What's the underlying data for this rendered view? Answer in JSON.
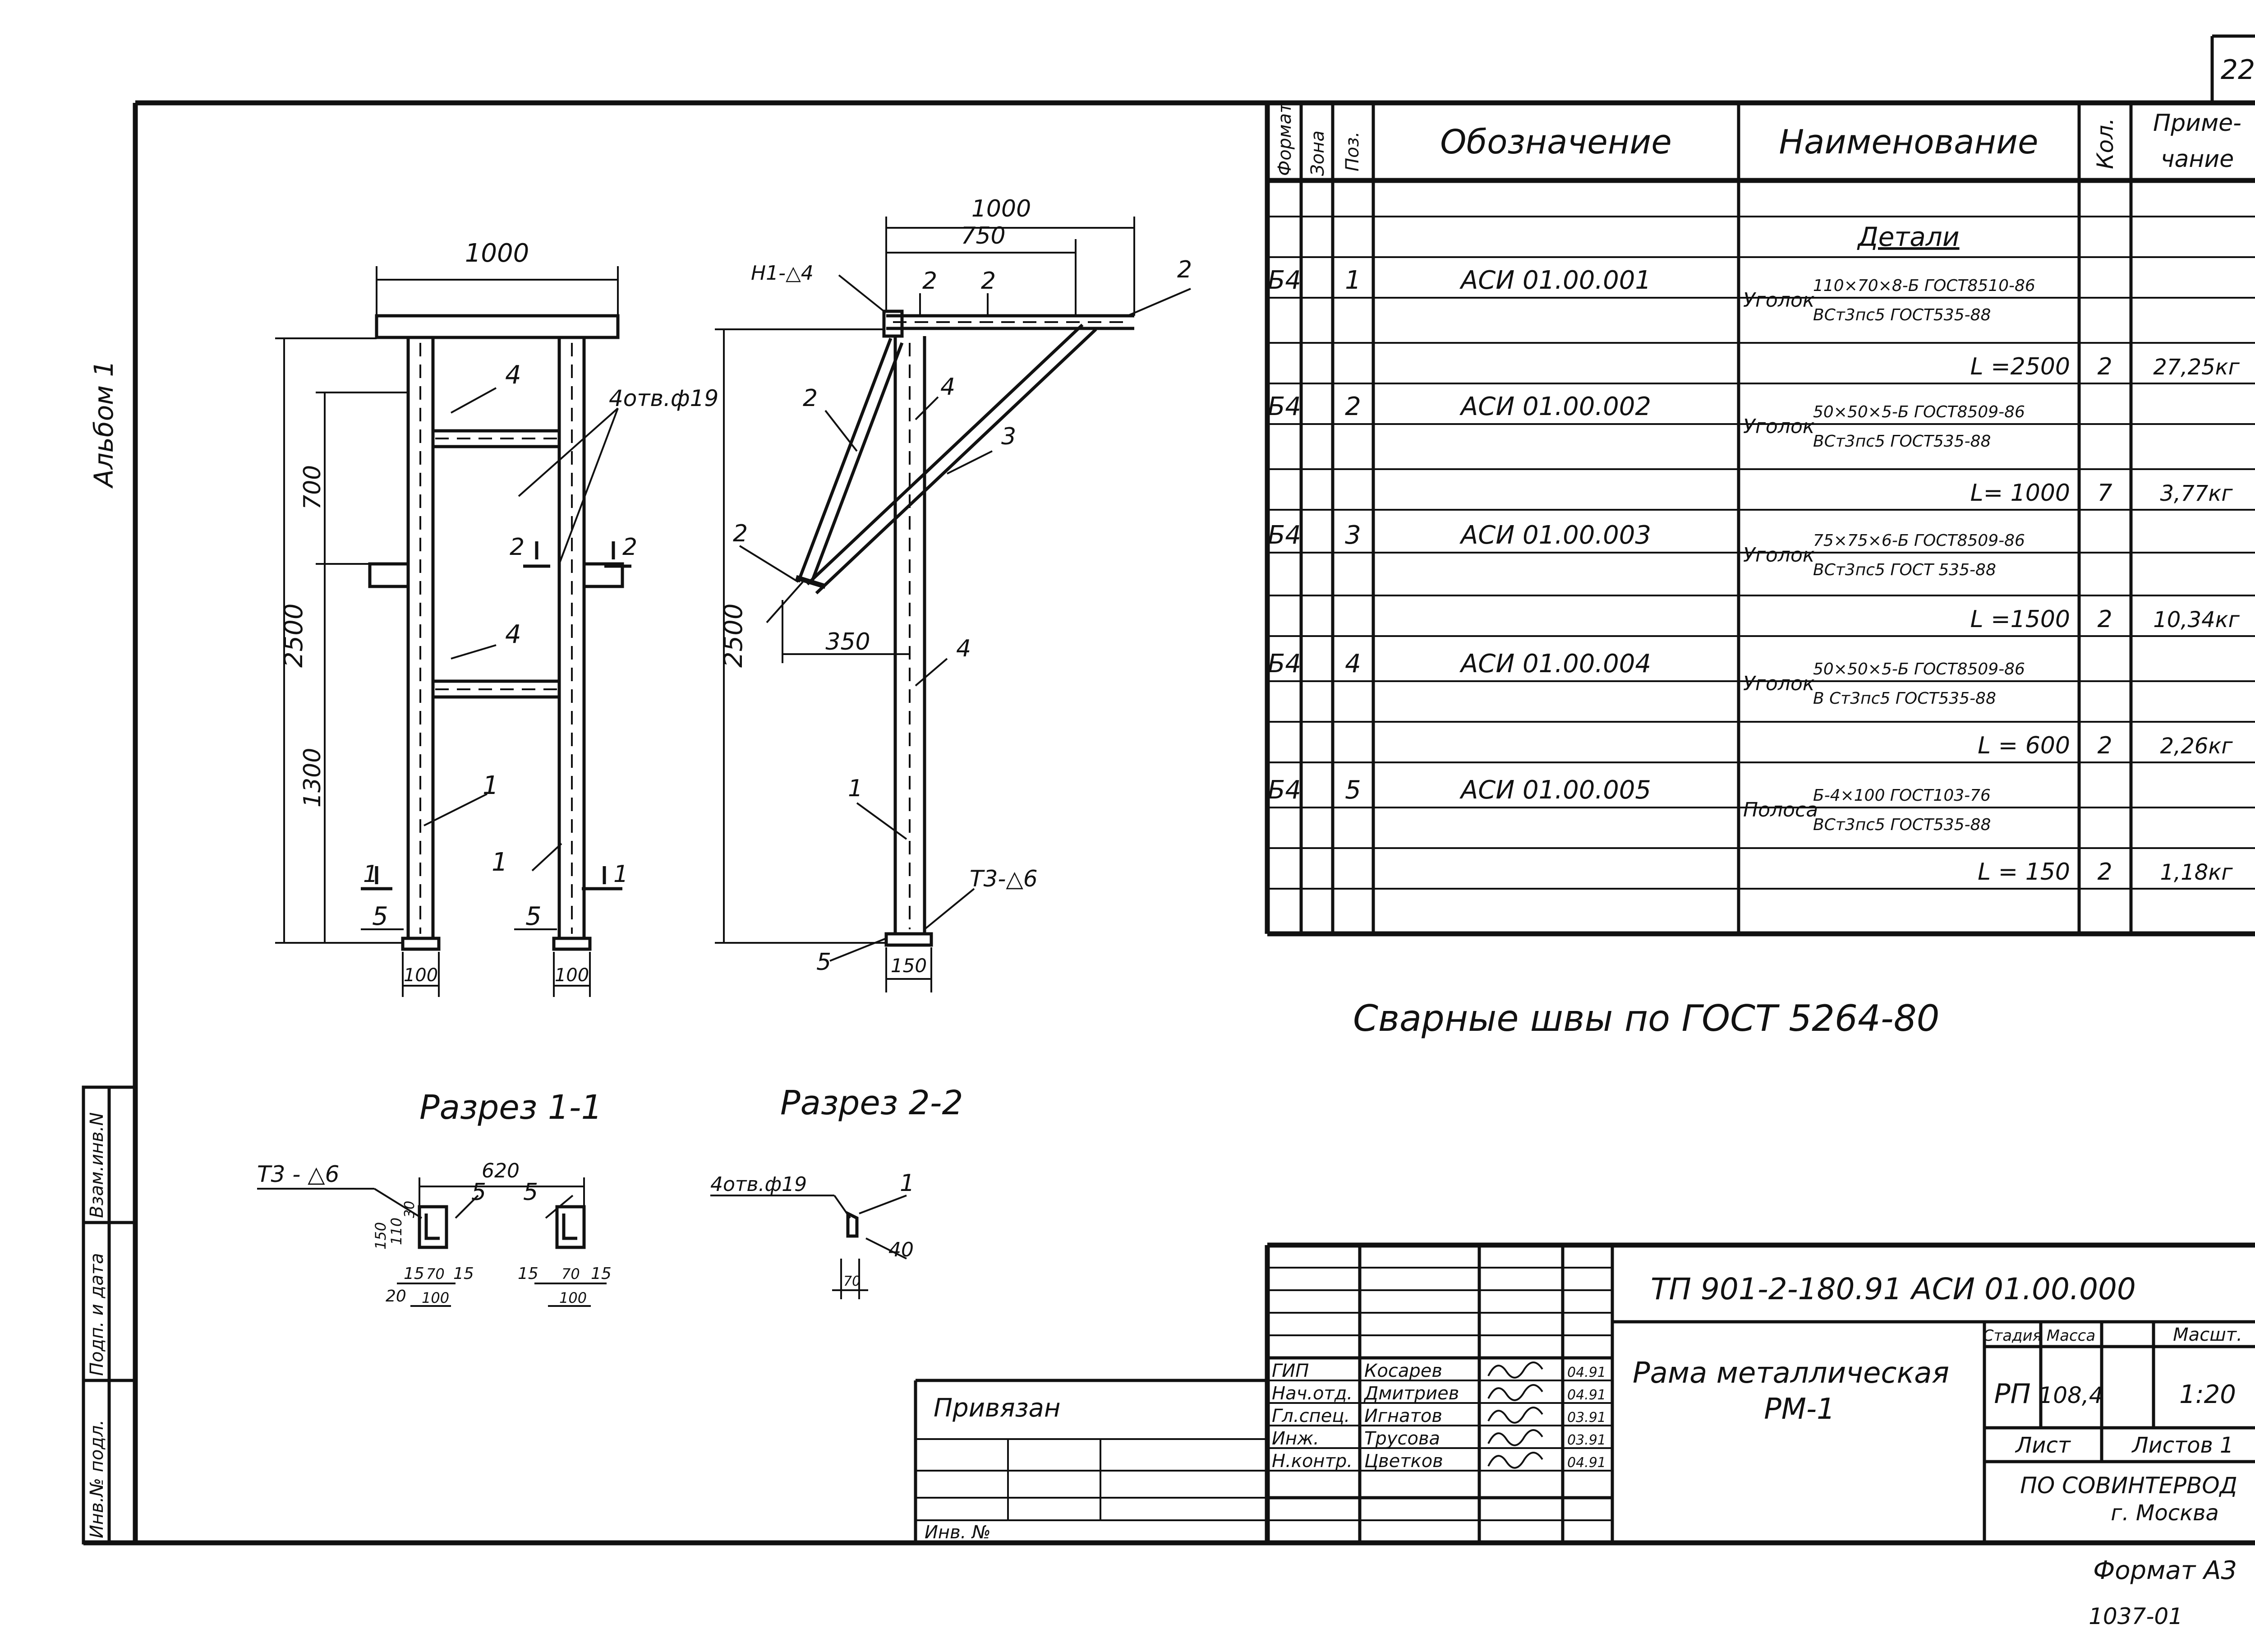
{
  "sheet_number": "22",
  "album": "Альбом 1",
  "side_stamp": [
    "Инв.№ подл.",
    "Подп. и дата",
    "Взам.инв.N"
  ],
  "spec_table": {
    "headers": {
      "format": "Формат",
      "zone": "Зона",
      "pos": "Поз.",
      "designation": "Обозначение",
      "name": "Наименование",
      "qty": "Кол.",
      "note_1": "Приме-",
      "note_2": "чание"
    },
    "section_title": "Детали",
    "rows": [
      {
        "format": "Б4",
        "pos": "1",
        "designation": "АСИ 01.00.001",
        "type": "Уголок",
        "spec_top": "110×70×8-Б ГОСТ8510-86",
        "spec_bottom": "ВСт3пс5 ГОСТ535-88",
        "length": "L =2500",
        "qty": "2",
        "mass": "27,25кг"
      },
      {
        "format": "Б4",
        "pos": "2",
        "designation": "АСИ 01.00.002",
        "type": "Уголок",
        "spec_top": "50×50×5-Б ГОСТ8509-86",
        "spec_bottom": "ВСт3пс5 ГОСТ535-88",
        "length": "L= 1000",
        "qty": "7",
        "mass": "3,77кг"
      },
      {
        "format": "Б4",
        "pos": "3",
        "designation": "АСИ 01.00.003",
        "type": "Уголок",
        "spec_top": "75×75×6-Б ГОСТ8509-86",
        "spec_bottom": "ВСт3пс5 ГОСТ 535-88",
        "length": "L =1500",
        "qty": "2",
        "mass": "10,34кг"
      },
      {
        "format": "Б4",
        "pos": "4",
        "designation": "АСИ 01.00.004",
        "type": "Уголок",
        "spec_top": "50×50×5-Б ГОСТ8509-86",
        "spec_bottom": "В Ст3пс5 ГОСТ535-88",
        "length": "L = 600",
        "qty": "2",
        "mass": "2,26кг"
      },
      {
        "format": "Б4",
        "pos": "5",
        "designation": "АСИ 01.00.005",
        "type": "Полоса",
        "spec_top": "Б-4×100 ГОСТ103-76",
        "spec_bottom": "ВСт3пс5 ГОСТ535-88",
        "length": "L = 150",
        "qty": "2",
        "mass": "1,18кг"
      }
    ]
  },
  "weld_note": "Сварные швы по ГОСТ 5264-80",
  "front_view": {
    "dim_width": "1000",
    "dim_height": "2500",
    "dim_upper": "700",
    "dim_lower": "1300",
    "holes": "4отв.ф19",
    "base_width": "100",
    "pos_labels": [
      "4",
      "4",
      "1",
      "1",
      "5",
      "5"
    ],
    "section_mark_2": "2",
    "section_mark_1": "1"
  },
  "side_view": {
    "dim_total": "1000",
    "dim_top": "750",
    "dim_offset": "350",
    "dim_height": "2500",
    "weld_top": "Н1-△4",
    "weld_bottom": "Т3-△6",
    "base_width": "150",
    "pos_labels": [
      "2",
      "2",
      "2",
      "2",
      "2",
      "4",
      "4",
      "3",
      "1",
      "5"
    ]
  },
  "section_1": {
    "title": "Разрез 1-1",
    "weld": "Т3 - △6",
    "dim_span": "620",
    "dims_left": [
      "20",
      "15",
      "70",
      "15",
      "100",
      "110",
      "150",
      "30"
    ],
    "dims_right": [
      "15",
      "70",
      "15",
      "100"
    ],
    "pos_labels": [
      "5",
      "5"
    ]
  },
  "section_2": {
    "title": "Разрез 2-2",
    "holes": "4отв.ф19",
    "dims": [
      "40",
      "70"
    ],
    "pos_label": "1"
  },
  "title_block": {
    "doc_code": "ТП 901-2-180.91 АСИ 01.00.000",
    "title_1": "Рама металлическая",
    "title_2": "РМ-1",
    "stage_label": "Стадия",
    "mass_label": "Масса",
    "scale_label": "Масшт.",
    "stage": "РП",
    "mass": "108,4",
    "scale": "1:20",
    "sheet_label": "Лист",
    "sheets_label": "Листов 1",
    "org_1": "ПО СОВИНТЕРВОД",
    "org_2": "г. Москва",
    "privyazan": "Привязан",
    "inv_no": "Инв. №",
    "staff": [
      {
        "role": "ГИП",
        "name": "Косарев",
        "date": "04.91"
      },
      {
        "role": "Нач.отд.",
        "name": "Дмитриев",
        "date": "04.91"
      },
      {
        "role": "Гл.спец.",
        "name": "Игнатов",
        "date": "03.91"
      },
      {
        "role": "Инж.",
        "name": "Трусова",
        "date": "03.91"
      },
      {
        "role": "Н.контр.",
        "name": "Цветков",
        "date": "04.91"
      }
    ]
  },
  "format_label": "Формат А3",
  "drawing_code": "1037-01"
}
